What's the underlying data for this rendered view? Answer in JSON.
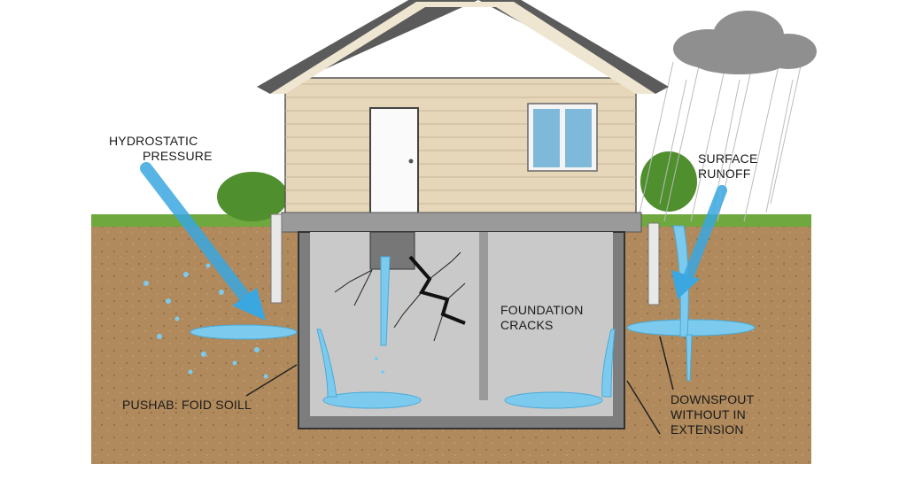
{
  "labels": {
    "hydrostatic": [
      "HYDROSTATIC",
      "PRESSURE"
    ],
    "surface_runoff": [
      "SURFACE",
      "RUNOFF"
    ],
    "foundation_cracks": [
      "FOUNDATION",
      "CRACKS"
    ],
    "soil": "PUSHAB: FOID SOILL",
    "downspout": [
      "DOWNSPOUT",
      "WITHOUT IN",
      "EXTENSION"
    ]
  },
  "colors": {
    "soil": "#b08a5c",
    "siding": "#e6d7bb",
    "water": "#6cc3e8",
    "arrow": "#3aa7e0",
    "roof": "#5b5b5b",
    "grass": "#5d9a35",
    "basement": "#c9c9c9"
  }
}
